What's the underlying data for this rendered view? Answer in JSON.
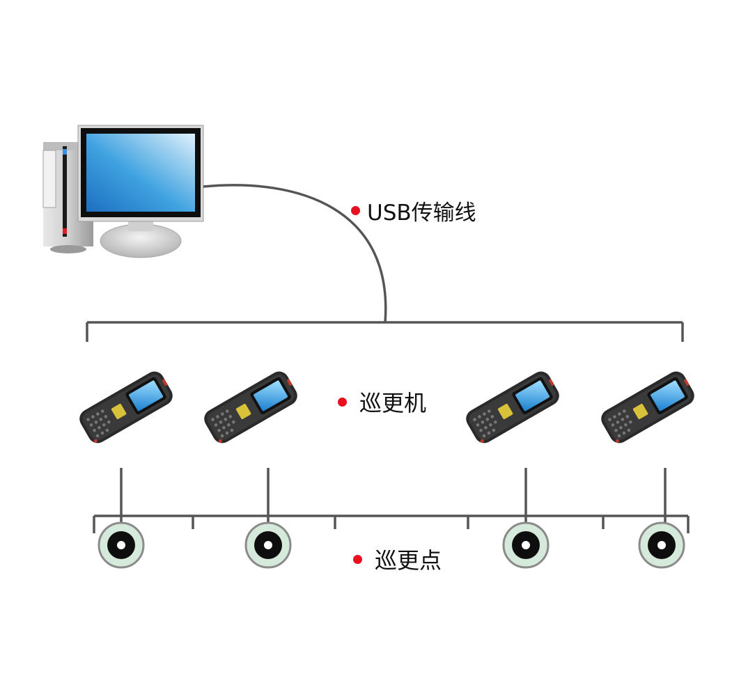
{
  "labels": {
    "cable": "USB传输线",
    "readers": "巡更机",
    "points": "巡更点"
  },
  "nodes": {
    "computer_icon": "desktop-computer-icon",
    "reader_icon": "handheld-reader-icon",
    "checkpoint_icon": "checkpoint-button-icon",
    "reader_count": 4,
    "checkpoint_count": 4
  },
  "colors": {
    "line": "#555555",
    "label_dot": "#e8101e",
    "checkpoint_fill": "#d6eadb",
    "screen_blue": "#2a8fd8"
  }
}
